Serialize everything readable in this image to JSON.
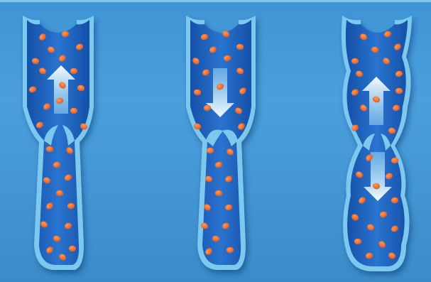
{
  "diagram": {
    "panels": [
      {
        "id": "healthy-vein-valve-open",
        "flow": "up",
        "valve": "open",
        "wall": "straight"
      },
      {
        "id": "healthy-vein-valve-closed",
        "flow": "down",
        "valve": "closed",
        "wall": "straight"
      },
      {
        "id": "varicose-vein-valve-failed",
        "flow": "up-and-down",
        "valve": "incompetent",
        "wall": "bulging"
      }
    ],
    "colors": {
      "background": "#4a9fdc",
      "vein_wall": "#7cc8ee",
      "vein_fill": "#1d5fb8",
      "blood_cell": "#f06a2a",
      "arrow": "#d8f0ff"
    },
    "icons": [
      "up-arrow-icon",
      "down-arrow-icon"
    ]
  }
}
